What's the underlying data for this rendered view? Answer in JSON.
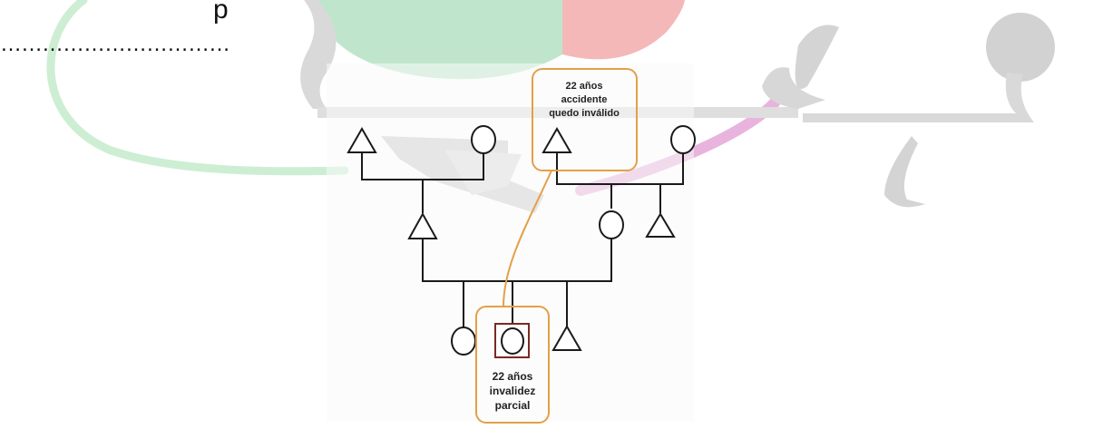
{
  "header": {
    "top_text_fragment": "p",
    "dotted_line": "……………………………"
  },
  "annotations": {
    "grandfather": [
      "22 años",
      "accidente",
      "quedo inválido"
    ],
    "proband": [
      "22 años",
      "invalidez",
      "parcial"
    ]
  },
  "colors": {
    "line": "#1a1a1a",
    "callout_border": "#e3a048",
    "proband_square": "#7a2a22",
    "watermark_green": "#bfe6cc",
    "watermark_red": "#f4b8b8",
    "watermark_pink": "#e8b4de",
    "watermark_gray": "#d4d4d4"
  }
}
